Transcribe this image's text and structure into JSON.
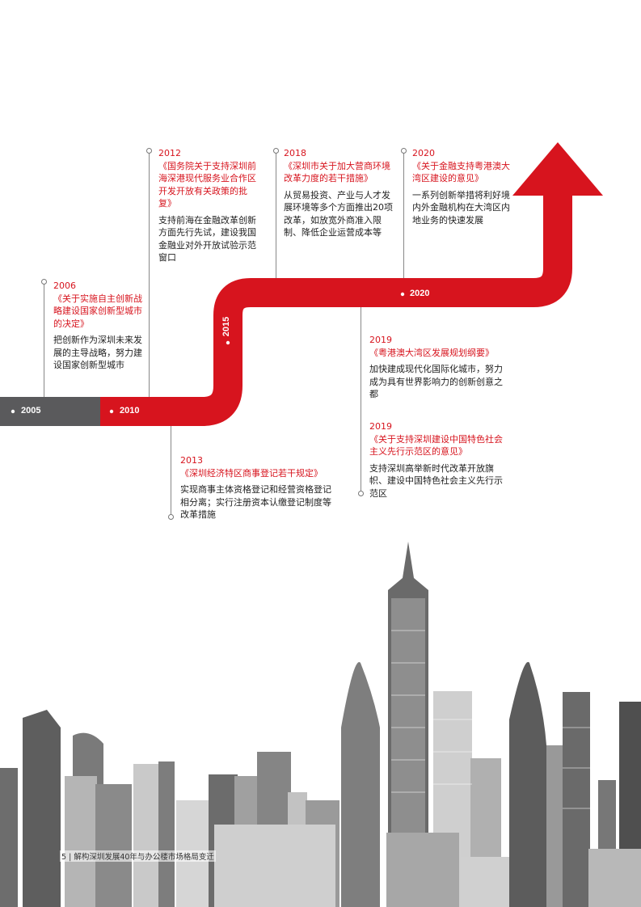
{
  "timeline": {
    "years": {
      "y2005": "2005",
      "y2010": "2010",
      "y2015": "2015",
      "y2020": "2020"
    },
    "events": [
      {
        "year": "2006",
        "title": "《关于实施自主创新战略建设国家创新型城市的决定》",
        "desc": "把创新作为深圳未来发展的主导战略，努力建设国家创新型城市"
      },
      {
        "year": "2012",
        "title": "《国务院关于支持深圳前海深港现代服务业合作区开发开放有关政策的批复》",
        "desc": "支持前海在金融改革创新方面先行先试，建设我国金融业对外开放试验示范窗口"
      },
      {
        "year": "2013",
        "title": "《深圳经济特区商事登记若干规定》",
        "desc": "实现商事主体资格登记和经营资格登记相分离；实行注册资本认缴登记制度等改革措施"
      },
      {
        "year": "2018",
        "title": "《深圳市关于加大营商环境改革力度的若干措施》",
        "desc": "从贸易投资、产业与人才发展环境等多个方面推出20项改革，如放宽外商准入限制、降低企业运营成本等"
      },
      {
        "year": "2019",
        "title": "《粤港澳大湾区发展规划纲要》",
        "desc": "加快建成现代化国际化城市，努力成为具有世界影响力的创新创意之都"
      },
      {
        "year": "2019",
        "title": "《关于支持深圳建设中国特色社会主义先行示范区的意见》",
        "desc": "支持深圳高举新时代改革开放旗帜、建设中国特色社会主义先行示范区"
      },
      {
        "year": "2020",
        "title": "《关于金融支持粤港澳大湾区建设的意见》",
        "desc": "一系列创新举措将利好境内外金融机构在大湾区内地业务的快速发展"
      }
    ]
  },
  "footer": {
    "page_num": "5",
    "title": "解构深圳发展40年与办公楼市场格局变迁"
  },
  "colors": {
    "accent_red": "#d7141e",
    "gray_band": "#5a5a5c"
  }
}
